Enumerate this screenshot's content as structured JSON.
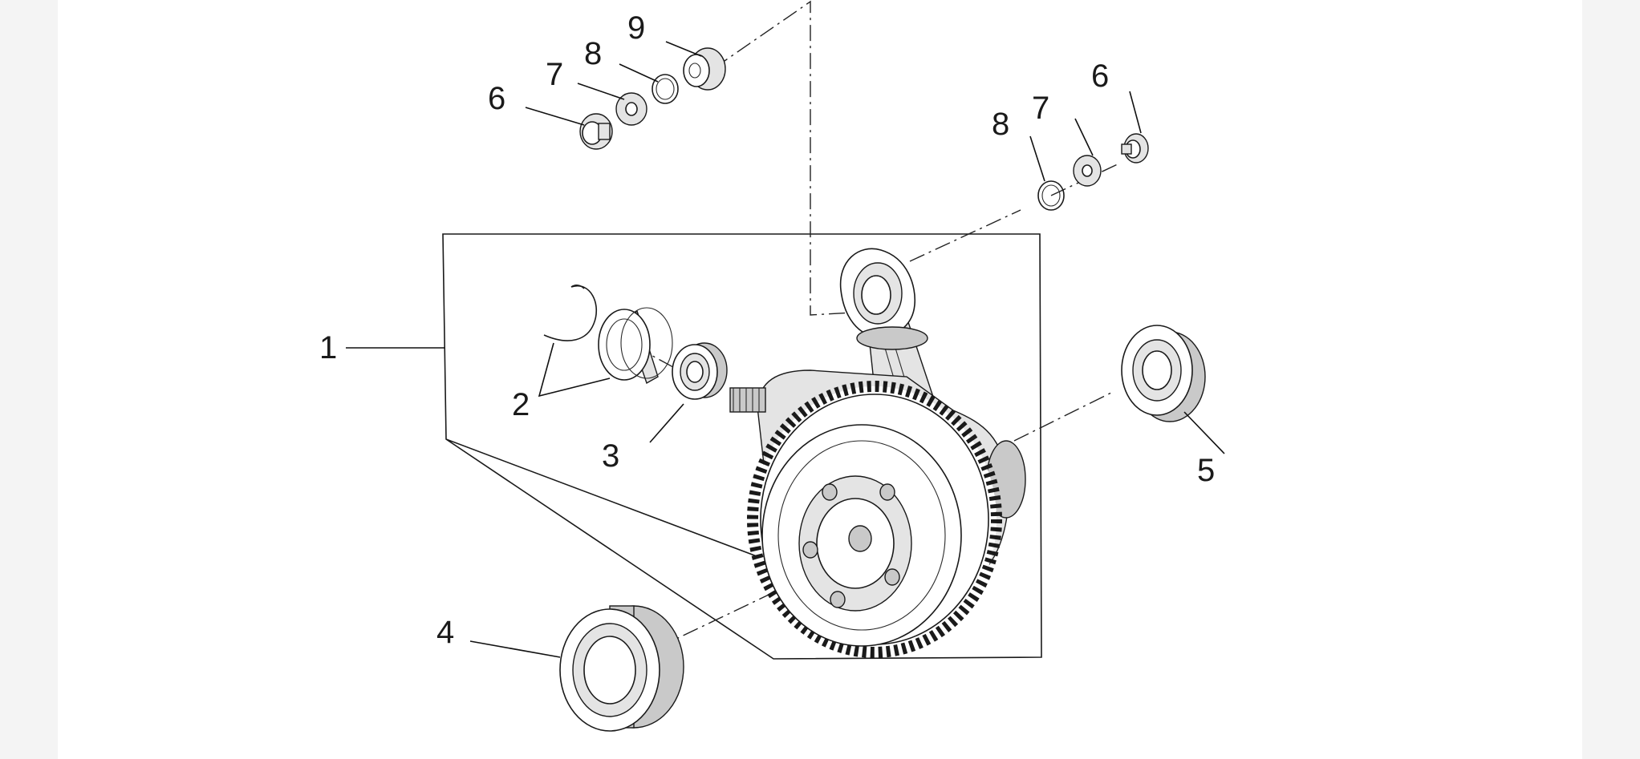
{
  "diagram": {
    "callouts": [
      {
        "id": "c1",
        "label": "1"
      },
      {
        "id": "c2",
        "label": "2"
      },
      {
        "id": "c3",
        "label": "3"
      },
      {
        "id": "c4",
        "label": "4"
      },
      {
        "id": "c5",
        "label": "5"
      },
      {
        "id": "c6a",
        "label": "6"
      },
      {
        "id": "c7a",
        "label": "7"
      },
      {
        "id": "c8a",
        "label": "8"
      },
      {
        "id": "c9",
        "label": "9"
      },
      {
        "id": "c6b",
        "label": "6"
      },
      {
        "id": "c7b",
        "label": "7"
      },
      {
        "id": "c8b",
        "label": "8"
      }
    ]
  }
}
